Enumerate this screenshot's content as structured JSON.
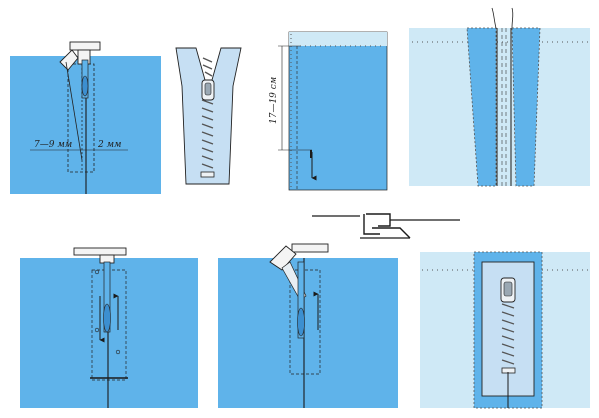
{
  "colors": {
    "fabric": "#5fb3ea",
    "fabric_light": "#cfe9f6",
    "fabric_pale": "#bfe0f2",
    "zipper_tape": "#c6dff3",
    "line": "#1b1b1b",
    "stitch": "#333333"
  },
  "labels": {
    "stitch_width": "7—9 мм",
    "seam_offset": "2 мм",
    "zip_length": "17—19 см"
  },
  "icons": {
    "presser_foot": "zipper-foot-icon",
    "arrow": "arrow-down-icon"
  }
}
